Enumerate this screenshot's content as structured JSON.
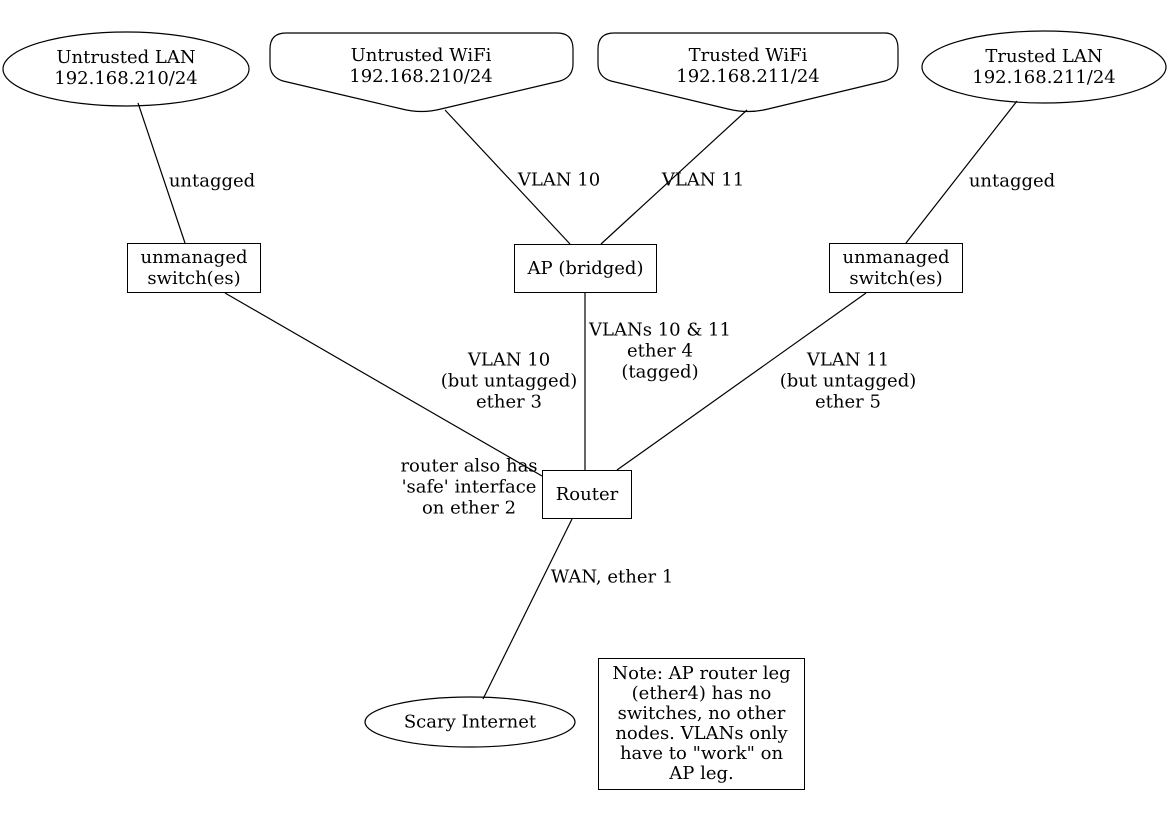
{
  "diagram": {
    "type": "network-topology",
    "nodes": {
      "untrusted_lan": {
        "label": "Untrusted LAN\n192.168.210/24",
        "shape": "ellipse"
      },
      "untrusted_wifi": {
        "label": "Untrusted WiFi\n192.168.210/24",
        "shape": "rounded-invhouse"
      },
      "trusted_wifi": {
        "label": "Trusted WiFi\n192.168.211/24",
        "shape": "rounded-invhouse"
      },
      "trusted_lan": {
        "label": "Trusted LAN\n192.168.211/24",
        "shape": "ellipse"
      },
      "switch_left": {
        "label": "unmanaged\nswitch(es)",
        "shape": "box"
      },
      "ap": {
        "label": "AP (bridged)",
        "shape": "box"
      },
      "switch_right": {
        "label": "unmanaged\nswitch(es)",
        "shape": "box"
      },
      "router": {
        "label": "Router",
        "shape": "box"
      },
      "internet": {
        "label": "Scary Internet",
        "shape": "ellipse"
      }
    },
    "edge_labels": {
      "untagged_left": "untagged",
      "vlan10": "VLAN 10",
      "vlan11": "VLAN 11",
      "untagged_right": "untagged",
      "vlan10_untagged": "VLAN 10\n(but untagged)\nether 3",
      "vlans_10_11": "VLANs 10 & 11\nether 4\n(tagged)",
      "vlan11_untagged": "VLAN 11\n(but untagged)\nether 5",
      "wan": "WAN, ether 1"
    },
    "annotations": {
      "router_note": "router also has\n'safe' interface\non ether 2",
      "note_box": "Note: AP router leg\n(ether4) has no\nswitches, no other\nnodes. VLANs only\nhave to \"work\" on\nAP leg."
    },
    "colors": {
      "background": "#ffffff",
      "stroke": "#000000",
      "text": "#000000"
    }
  }
}
